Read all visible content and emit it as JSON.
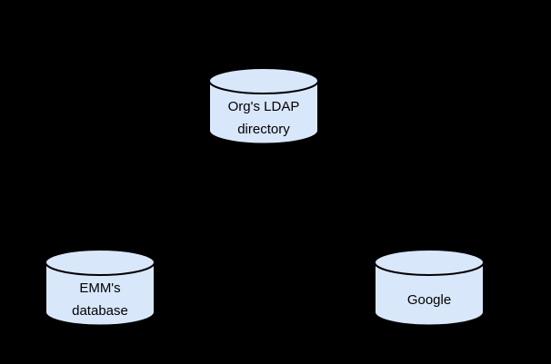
{
  "diagram": {
    "background_color": "#000000",
    "node_fill_color": "#d9e7fb",
    "node_stroke_color": "#000000",
    "node_shape": "database-cylinder",
    "nodes": [
      {
        "id": "orgs-ldap-directory",
        "label": "Org's LDAP\ndirectory"
      },
      {
        "id": "emms-database",
        "label": "EMM's\ndatabase"
      },
      {
        "id": "google",
        "label": "Google"
      }
    ]
  }
}
